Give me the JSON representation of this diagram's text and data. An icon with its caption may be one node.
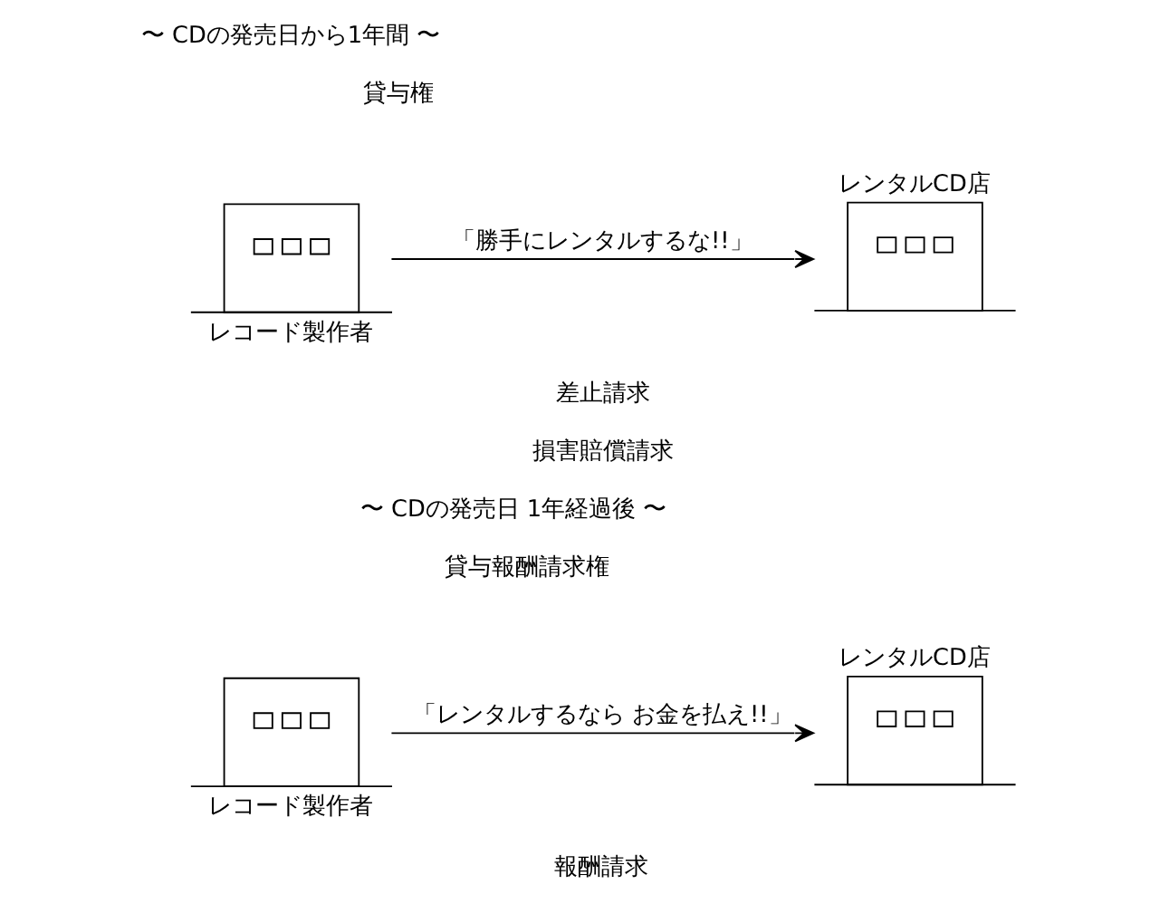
{
  "diagram": {
    "nodes": [
      {
        "text": [
          "レコード製作者"
        ]
      },
      {
        "text": [
          "レンタルCD店"
        ]
      },
      {
        "text": [
          "レコード製作者"
        ]
      },
      {
        "text": [
          "レンタルCD店"
        ]
      }
    ],
    "edges": [
      {
        "from": 0,
        "to": 1,
        "arrow": "to",
        "label": "「勝手にレンタルするな!!」"
      },
      {
        "from": 2,
        "to": 3,
        "arrow": "to",
        "label": "「レンタルするなら お金を払え!!」"
      }
    ],
    "labels": [
      "〜 CDの発売日から1年間 〜",
      "貸与権",
      "差止請求",
      "損害賠償請求",
      "〜 CDの発売日 1年経過後 〜",
      "貸与報酬請求権",
      "報酬請求"
    ]
  }
}
